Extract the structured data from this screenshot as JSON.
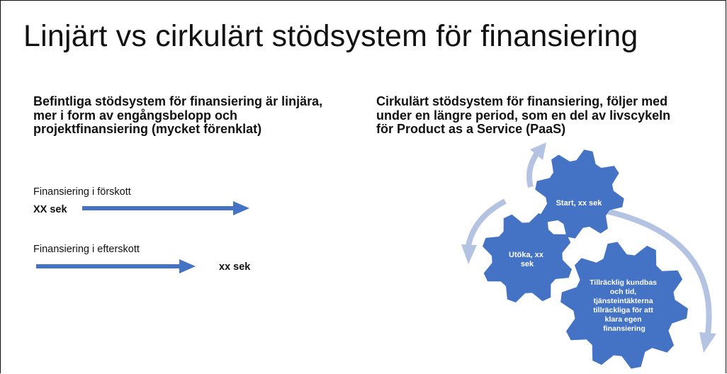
{
  "title": "Linjärt vs cirkulärt stödsystem för finansiering",
  "left": {
    "heading": "Befintliga stödsystem för finansiering är linjära,\nmer i form av engångsbelopp och\nprojektfinansiering (mycket förenklat)",
    "advance_label": "Finansiering i förskott",
    "advance_amount": "XX sek",
    "arrears_label": "Finansiering i efterskott",
    "arrears_amount": "xx sek"
  },
  "right": {
    "heading": "Cirkulärt stödsystem för finansiering, följer med\nunder en längre period, som en del av livscykeln\nför Product as a Service (PaaS)",
    "gear_start": "Start, xx sek",
    "gear_expand": [
      "Utöka, xx",
      "sek"
    ],
    "gear_sufficient": [
      "Tillräcklig kundbas",
      "och tid,",
      "tjänsteintäkterna",
      "tillräckliga för att",
      "klara egen",
      "finansiering"
    ]
  },
  "colors": {
    "arrow": "#4472c4",
    "gear": "#4472c4",
    "cycle_arrow": "#b4c3e2"
  }
}
